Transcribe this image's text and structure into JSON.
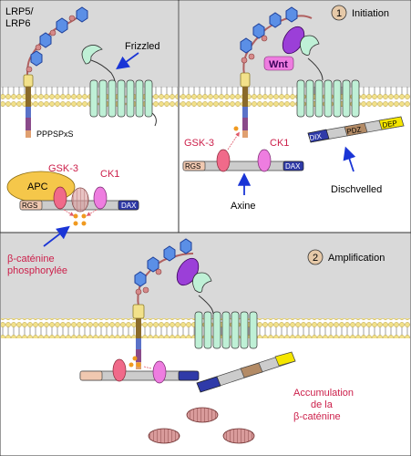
{
  "panels": {
    "top_left": {
      "receptor_label_line1": "LRP5/",
      "receptor_label_line2": "LRP6",
      "frizzled_label": "Frizzled",
      "motif_label": "PPPSPxS",
      "apc_label": "APC",
      "gsk3_label": "GSK-3",
      "ck1_label": "CK1",
      "rgs_label": "RGS",
      "dax_label": "DAX",
      "beta_catenin_line1": "β-caténine",
      "beta_catenin_line2": "phosphorylée"
    },
    "top_right": {
      "step_number": "1",
      "step_title": "Initiation",
      "wnt_label": "Wnt",
      "gsk3_label": "GSK-3",
      "ck1_label": "CK1",
      "rgs_label": "RGS",
      "dax_label": "DAX",
      "dix_label": "DIX",
      "pdz_label": "PDZ",
      "dep_label": "DEP",
      "axine_label": "Axine",
      "dishevelled_label": "Dischvelled"
    },
    "bottom": {
      "step_number": "2",
      "step_title": "Amplification",
      "accumulation_line1": "Accumulation",
      "accumulation_line2": "de la",
      "accumulation_line3": "β-caténine"
    }
  },
  "colors": {
    "panel_bg": "#d9d9d9",
    "membrane_head": "#f2e18a",
    "frizzled": "#bff0d6",
    "lrp_hexagon": "#5b8fe6",
    "lrp_link": "#d68a8a",
    "gsk3": "#f06a8a",
    "ck1": "#ee7de0",
    "beta_catenin": "#d99b9b",
    "apc": "#f5c74a",
    "wnt": "#9b3fd8",
    "dix": "#2f3aa8",
    "pdz": "#b38b66",
    "dep": "#f5e600",
    "arrow": "#1a35d6",
    "text_highlight": "#cc1f4a"
  }
}
